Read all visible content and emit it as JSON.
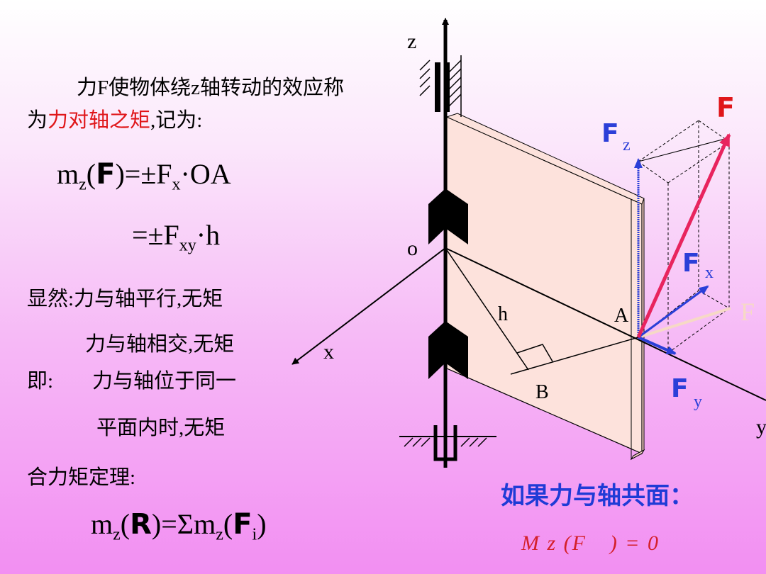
{
  "intro": {
    "line1": "力F使物体绕z轴转动的效应称",
    "line2_prefix": "为",
    "line2_highlight": "力对轴之矩",
    "line2_suffix": ",记为:"
  },
  "eq1": {
    "m": "m",
    "sub_z": "z",
    "open": "(",
    "F": "F",
    "close_eq": ")=±F",
    "sub_x": "x",
    "tail": "·OA"
  },
  "eq2": {
    "head": "=±F",
    "sub_xy": "xy",
    "tail": "·h"
  },
  "rules": {
    "r1": "显然:力与轴平行,无矩",
    "r2": "力与轴相交,无矩",
    "r3_prefix": "即:",
    "r3": "力与轴位于同一",
    "r4": "平面内时,无矩"
  },
  "theorem": {
    "title": "合力矩定理:",
    "m": "m",
    "sub_z": "z",
    "open": "(",
    "R": "R",
    "mid": ")=Σm",
    "sub_z2": "z",
    "open2": "(",
    "F": "F",
    "sub_i": "i",
    "close": ")"
  },
  "diagram_labels": {
    "z": "z",
    "o": "o",
    "x": "x",
    "y": "y",
    "h": "h",
    "A": "A",
    "B": "B",
    "F": "F",
    "Fz": "F",
    "Fz_sub": "z",
    "Fx": "F",
    "Fx_sub": "x",
    "Fy": "F",
    "Fy_sub": "y",
    "Fxy": "F"
  },
  "bottom": {
    "title": "如果力与轴共面：",
    "formula": "M z (F⃗ ) = 0"
  },
  "colors": {
    "red": "#e0161a",
    "blue": "#1f3bd6",
    "force_red": "#e8245e",
    "panel": "#fde2dc"
  }
}
